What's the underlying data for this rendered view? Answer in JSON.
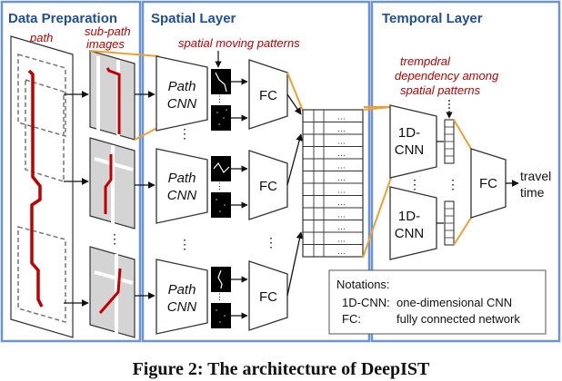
{
  "panels": {
    "data_preparation": "Data Preparation",
    "spatial_layer": "Spatial Layer",
    "temporal_layer": "Temporal Layer"
  },
  "annotations": {
    "path": "path",
    "sub_path_line1": "sub-path",
    "sub_path_line2": "images",
    "spatial_moving_patterns": "spatial moving patterns",
    "temporal_line1": "trempdral",
    "temporal_line2": "dependency among",
    "temporal_line3": "spatial patterns"
  },
  "blocks": {
    "path_cnn_line1": "Path",
    "path_cnn_line2": "CNN",
    "fc": "FC",
    "one_d_cnn_line1": "1D-",
    "one_d_cnn_line2": "CNN"
  },
  "output": {
    "line1": "travel",
    "line2": "time"
  },
  "notations": {
    "title": "Notations:",
    "entries": [
      {
        "key": "1D-CNN:",
        "value": "one-dimensional CNN"
      },
      {
        "key": "FC:",
        "value": "fully connected network"
      }
    ]
  },
  "ellipsis": "…",
  "vertical_ellipsis": "⋮",
  "caption": "Figure 2: The architecture of DeepIST",
  "colors": {
    "panel_border": "#6b93d6",
    "title_blue": "#1f4e9c",
    "path_red": "#c00000",
    "connector_orange": "#f0a030"
  }
}
